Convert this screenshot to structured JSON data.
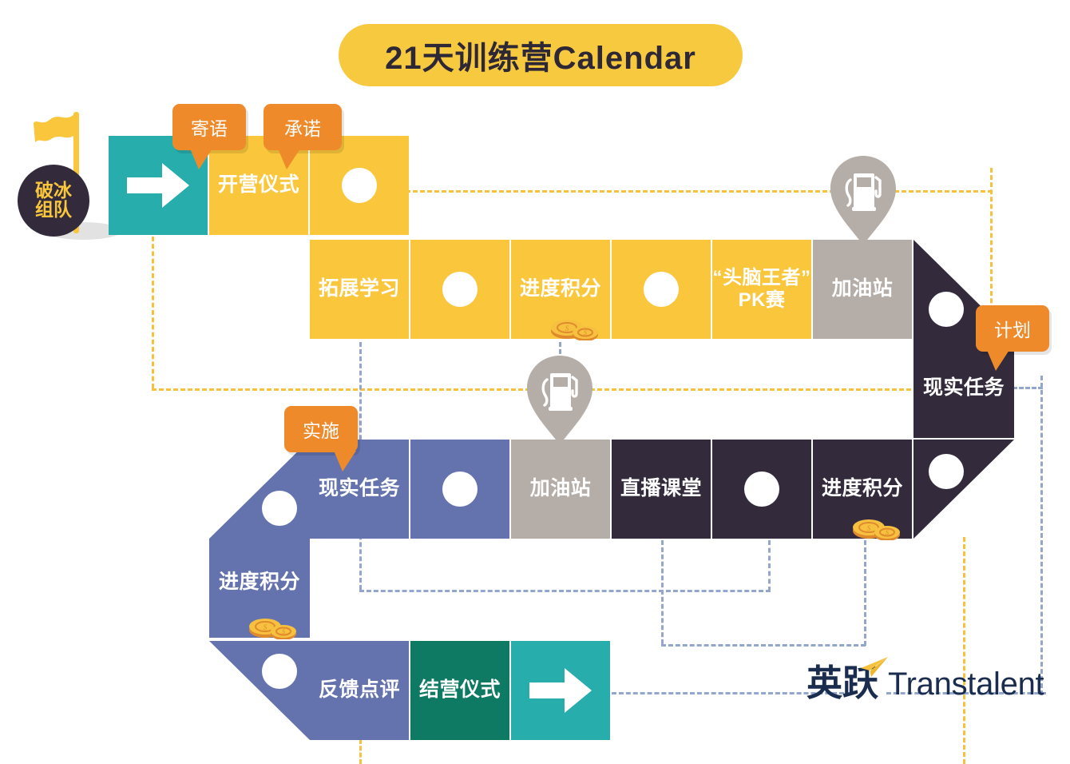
{
  "page": {
    "title": "21天训练营Calendar",
    "background": "#FFFFFF"
  },
  "palette": {
    "yellow": "#F9C63C",
    "teal": "#27ADAC",
    "gray": "#B5ADA7",
    "dark": "#332B3C",
    "blue": "#6472AD",
    "green": "#0F7A63",
    "orange": "#EF8A2B",
    "dash_yellow": "#F6C13E",
    "dash_blue": "#93A7CD",
    "logo_navy": "#1B2D4F"
  },
  "start_badge": {
    "line1": "破冰",
    "line2": "组队",
    "flag_color": "#F9C63C",
    "circle_color": "#332B3C"
  },
  "callouts": [
    {
      "id": "jiyu",
      "label": "寄语"
    },
    {
      "id": "chengnuo",
      "label": "承诺"
    },
    {
      "id": "jihua",
      "label": "计划"
    },
    {
      "id": "shishi",
      "label": "实施"
    }
  ],
  "pins": [
    {
      "id": "pin-top",
      "icon": "fuel-pump-icon",
      "color": "#B5ADA7"
    },
    {
      "id": "pin-middle",
      "icon": "fuel-pump-icon",
      "color": "#B5ADA7"
    }
  ],
  "rows": [
    {
      "id": "row-1",
      "cells": [
        {
          "id": "r1c1",
          "label": "",
          "kind": "arrow",
          "color": "teal"
        },
        {
          "id": "r1c2",
          "label": "开营仪式",
          "kind": "text",
          "color": "yellow"
        },
        {
          "id": "r1c3",
          "label": "",
          "kind": "dot",
          "color": "yellow"
        }
      ]
    },
    {
      "id": "row-2",
      "cells": [
        {
          "id": "r2c1",
          "label": "拓展学习",
          "kind": "text",
          "color": "yellow"
        },
        {
          "id": "r2c2",
          "label": "",
          "kind": "dot",
          "color": "yellow"
        },
        {
          "id": "r2c3",
          "label": "进度积分",
          "kind": "coins",
          "color": "yellow"
        },
        {
          "id": "r2c4",
          "label": "",
          "kind": "dot",
          "color": "yellow"
        },
        {
          "id": "r2c5",
          "label": "“头脑王者”\nPK赛",
          "kind": "text2",
          "color": "yellow"
        },
        {
          "id": "r2c6",
          "label": "加油站",
          "kind": "text",
          "color": "gray"
        },
        {
          "id": "r2c7",
          "label": "",
          "kind": "head",
          "color": "dark"
        }
      ]
    },
    {
      "id": "row-2b",
      "cells": [
        {
          "id": "r2bc1",
          "label": "现实任务",
          "kind": "text",
          "color": "dark"
        }
      ]
    },
    {
      "id": "row-3",
      "cells": [
        {
          "id": "r3c0",
          "label": "",
          "kind": "tail",
          "color": "blue"
        },
        {
          "id": "r3c1",
          "label": "现实任务",
          "kind": "text",
          "color": "blue"
        },
        {
          "id": "r3c2",
          "label": "",
          "kind": "dot",
          "color": "blue"
        },
        {
          "id": "r3c3",
          "label": "加油站",
          "kind": "text",
          "color": "gray"
        },
        {
          "id": "r3c4",
          "label": "直播课堂",
          "kind": "text",
          "color": "dark"
        },
        {
          "id": "r3c5",
          "label": "",
          "kind": "dot",
          "color": "dark"
        },
        {
          "id": "r3c6",
          "label": "进度积分",
          "kind": "coins",
          "color": "dark"
        },
        {
          "id": "r3c7",
          "label": "",
          "kind": "tail2",
          "color": "dark"
        }
      ]
    },
    {
      "id": "row-4",
      "cells": [
        {
          "id": "r4c1",
          "label": "进度积分",
          "kind": "coins",
          "color": "blue"
        }
      ]
    },
    {
      "id": "row-5",
      "cells": [
        {
          "id": "r5c0",
          "label": "",
          "kind": "tail",
          "color": "blue"
        },
        {
          "id": "r5c1",
          "label": "反馈点评",
          "kind": "text",
          "color": "blue"
        },
        {
          "id": "r5c2",
          "label": "结营仪式",
          "kind": "text",
          "color": "green"
        },
        {
          "id": "r5c3",
          "label": "",
          "kind": "arrow",
          "color": "teal"
        }
      ]
    }
  ],
  "logo": {
    "cn": "英跃",
    "en": "Transtalent",
    "accent_icon": "paper-plane-icon"
  }
}
